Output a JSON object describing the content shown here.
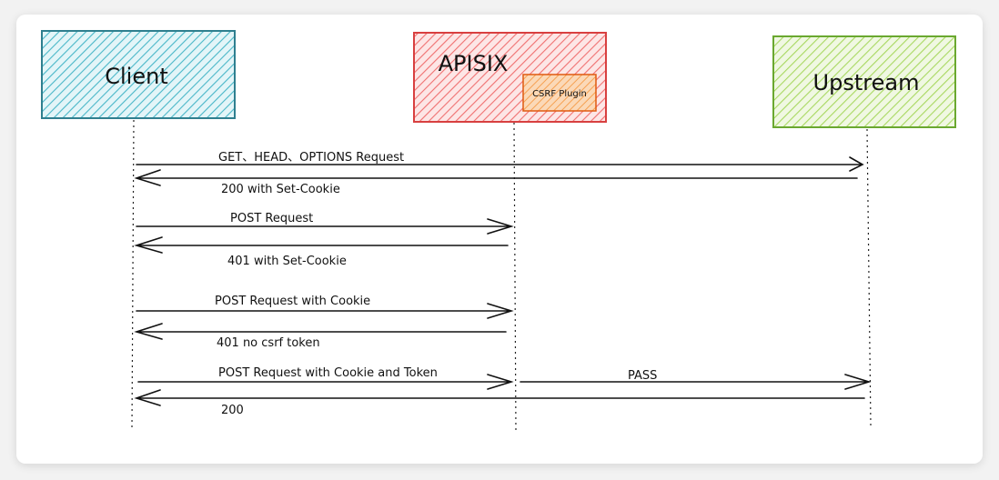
{
  "participants": {
    "client": {
      "label": "Client",
      "fill": "#49b7c8",
      "stroke": "#2f7f8f"
    },
    "apisix": {
      "label": "APISIX",
      "fill": "#f07070",
      "stroke": "#d84040"
    },
    "upstream": {
      "label": "Upstream",
      "fill": "#a8d860",
      "stroke": "#6aa830"
    }
  },
  "plugin": {
    "label": "CSRF Plugin",
    "fill": "#f6a050",
    "stroke": "#e05a10"
  },
  "messages": [
    {
      "label": "GET、HEAD、OPTIONS Request",
      "from": "client",
      "to": "upstream"
    },
    {
      "label": "200 with Set-Cookie",
      "from": "upstream",
      "to": "client"
    },
    {
      "label": "POST Request",
      "from": "client",
      "to": "apisix"
    },
    {
      "label": "401 with Set-Cookie",
      "from": "apisix",
      "to": "client"
    },
    {
      "label": "POST Request with Cookie",
      "from": "client",
      "to": "apisix"
    },
    {
      "label": "401 no csrf token",
      "from": "apisix",
      "to": "client"
    },
    {
      "label": "POST Request with Cookie and Token",
      "from": "client",
      "to": "apisix"
    },
    {
      "label": "PASS",
      "from": "apisix",
      "to": "upstream"
    },
    {
      "label": "200",
      "from": "upstream",
      "to": "client"
    }
  ]
}
